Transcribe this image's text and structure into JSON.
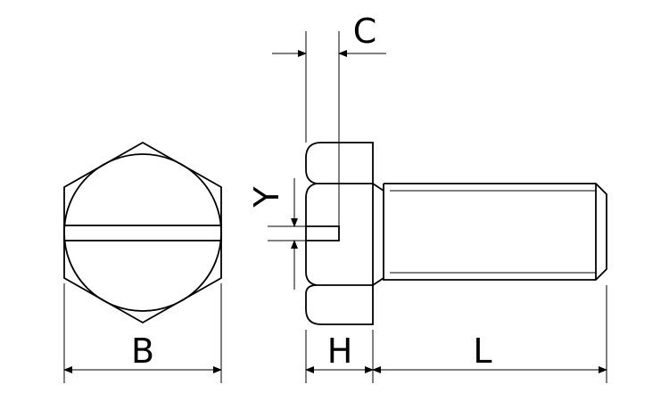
{
  "labels": {
    "b": "B",
    "h": "H",
    "l": "L",
    "c": "C",
    "y": "Y"
  },
  "colors": {
    "line": "#000000",
    "background": "#ffffff"
  }
}
